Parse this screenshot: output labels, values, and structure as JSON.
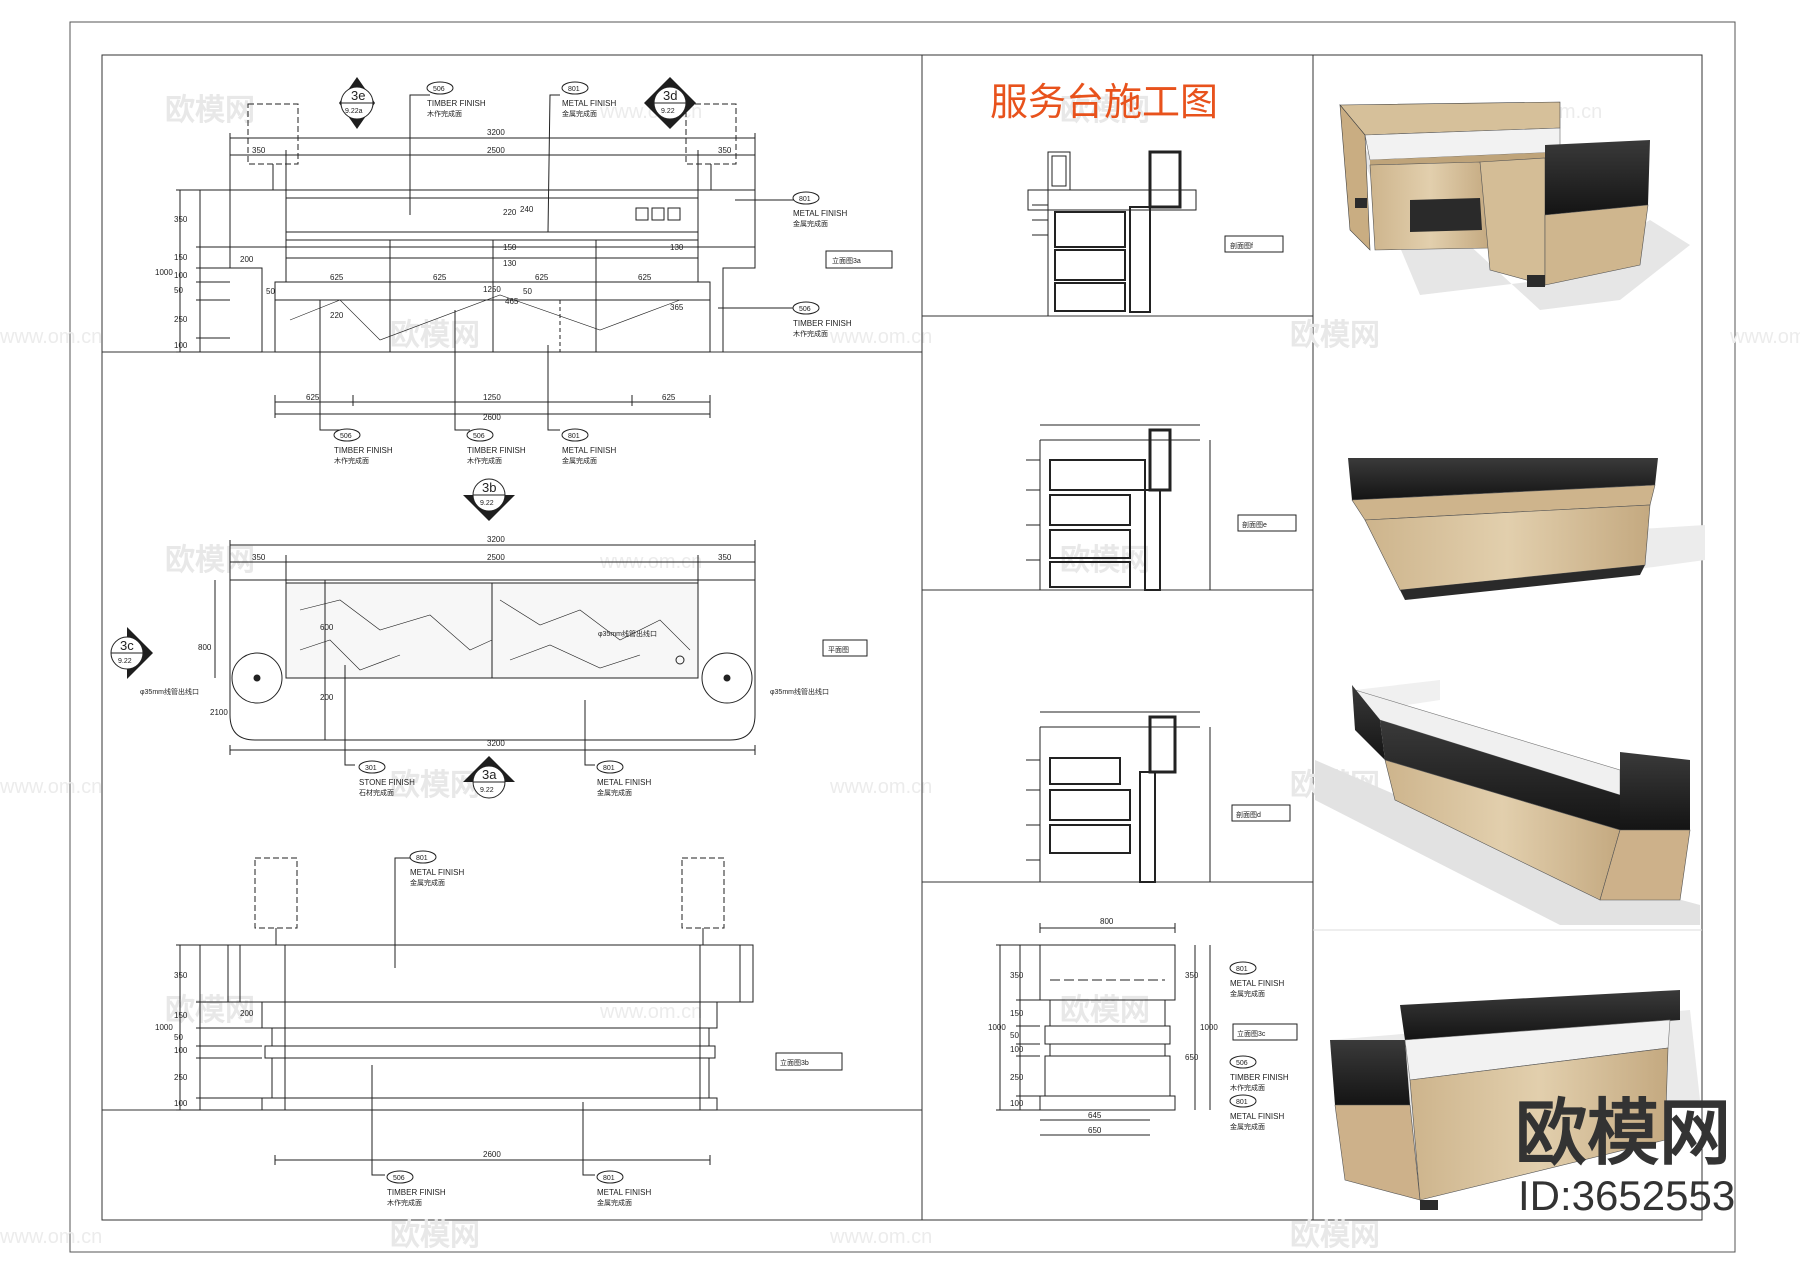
{
  "title": "服务台施工图",
  "brand": {
    "logo": "欧模网",
    "id": "ID:3652553",
    "watermark": "欧模网",
    "watermark_url": "www.om.cn"
  },
  "elevation_top": {
    "dims_top": [
      "3200",
      "350",
      "2500",
      "350"
    ],
    "dims_left": [
      "350",
      "150",
      "100",
      "50",
      "250",
      "100",
      "1000"
    ],
    "dims_inner": [
      "200",
      "625",
      "625",
      "625",
      "625",
      "1250",
      "220",
      "240",
      "150",
      "130",
      "130",
      "220",
      "50",
      "465",
      "50",
      "365"
    ],
    "dims_bottom": [
      "625",
      "1250",
      "625",
      "2600"
    ],
    "label_box": "立面图3a",
    "markers": [
      {
        "top": "3e",
        "bottom": "9.22a"
      },
      {
        "top": "3d",
        "bottom": "9.22"
      }
    ]
  },
  "plan": {
    "dims_top": [
      "3200",
      "350",
      "2500",
      "350"
    ],
    "dims_side": [
      "800",
      "600",
      "200",
      "2100"
    ],
    "dim_bottom": "3200",
    "hole_left": "φ35mm线管出线口",
    "hole_right": "φ35mm线管出线口",
    "hole_center": "φ35mm线管出线口",
    "label_box": "平面图",
    "markers": [
      {
        "top": "3b",
        "bottom": "9.22"
      },
      {
        "top": "3c",
        "bottom": "9.22"
      },
      {
        "top": "3a",
        "bottom": "9.22"
      }
    ]
  },
  "elevation_bottom": {
    "dims_left": [
      "350",
      "150",
      "50",
      "100",
      "250",
      "100",
      "1000"
    ],
    "dim_200": "200",
    "dim_bottom": "2600",
    "label_box": "立面图3b"
  },
  "sections": {
    "labels": [
      "剖面图f",
      "剖面图e",
      "剖面图d",
      "立面图3c"
    ],
    "side_dims_top": [
      "800"
    ],
    "side_dims_bottom": [
      "645",
      "650"
    ],
    "side_dims_left": [
      "350",
      "150",
      "50",
      "100",
      "250",
      "100",
      "1000"
    ],
    "side_dims_right": [
      "350",
      "1000",
      "650"
    ]
  },
  "finishes": {
    "timber": {
      "code": "506",
      "en": "TIMBER FINISH",
      "cn": "木作完成面"
    },
    "metal": {
      "code": "801",
      "en": "METAL FINISH",
      "cn": "金属完成面"
    },
    "stone": {
      "code": "301",
      "en": "STONE FINISH",
      "cn": "石材完成面"
    }
  },
  "colors": {
    "line": "#222222",
    "title": "#e8521c",
    "wood": "#d8c3a0",
    "wood_dark": "#b89a70",
    "black": "#1e1e1e",
    "marble": "#f1f1f1"
  }
}
